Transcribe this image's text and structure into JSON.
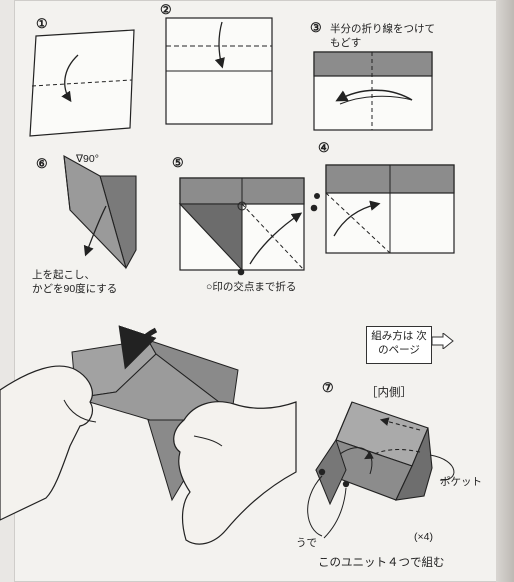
{
  "steps": {
    "s1": "①",
    "s2": "②",
    "s3": "③",
    "s4": "④",
    "s5": "⑤",
    "s6": "⑥",
    "s7": "⑦"
  },
  "captions": {
    "step3": "半分の折り線をつけて\nもどす",
    "step6_angle": "∇90°",
    "step6": "上を起こし、\nかどを90度にする",
    "step5": "○印の交点まで折る",
    "next_page": "組み方は\n次のページ",
    "inside": "［内側］",
    "pocket": "ポケット",
    "arm": "うで",
    "times4": "(×4)",
    "assemble": "このユニット４つで組む"
  },
  "colors": {
    "paper": "#f3f2ef",
    "fold_gray": "#8c8c8c",
    "dark_gray": "#6c6c6c",
    "line": "#222222"
  }
}
